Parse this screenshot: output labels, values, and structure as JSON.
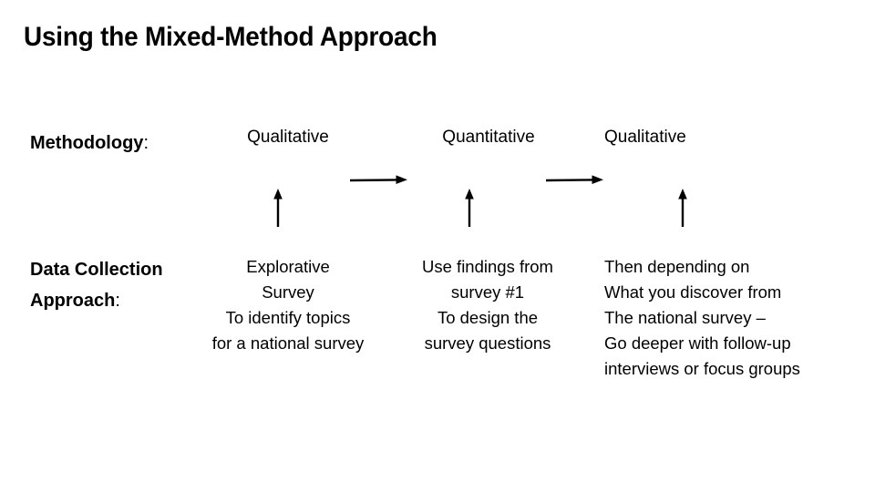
{
  "slide": {
    "title": "Using the Mixed-Method Approach",
    "background_color": "#ffffff",
    "text_color": "#000000"
  },
  "rows": {
    "methodology": {
      "label": "Methodology",
      "label_suffix": ":",
      "values": [
        "Qualitative",
        "Quantitative",
        "Qualitative"
      ]
    },
    "data_collection": {
      "label": "Data Collection\nApproach",
      "label_suffix": ":",
      "values": [
        "Explorative\nSurvey\nTo identify topics\nfor a national survey",
        "Use findings from\nsurvey #1\nTo design the\nsurvey questions",
        "Then depending on\nWhat you discover from\nThe national survey –\nGo deeper with follow-up\ninterviews or focus groups"
      ]
    }
  },
  "connectors": [
    {
      "name": "up-arrow-1",
      "direction": "up"
    },
    {
      "name": "up-arrow-2",
      "direction": "up"
    },
    {
      "name": "up-arrow-3",
      "direction": "up"
    },
    {
      "name": "right-arrow-1",
      "direction": "right"
    },
    {
      "name": "right-arrow-2",
      "direction": "right"
    }
  ]
}
